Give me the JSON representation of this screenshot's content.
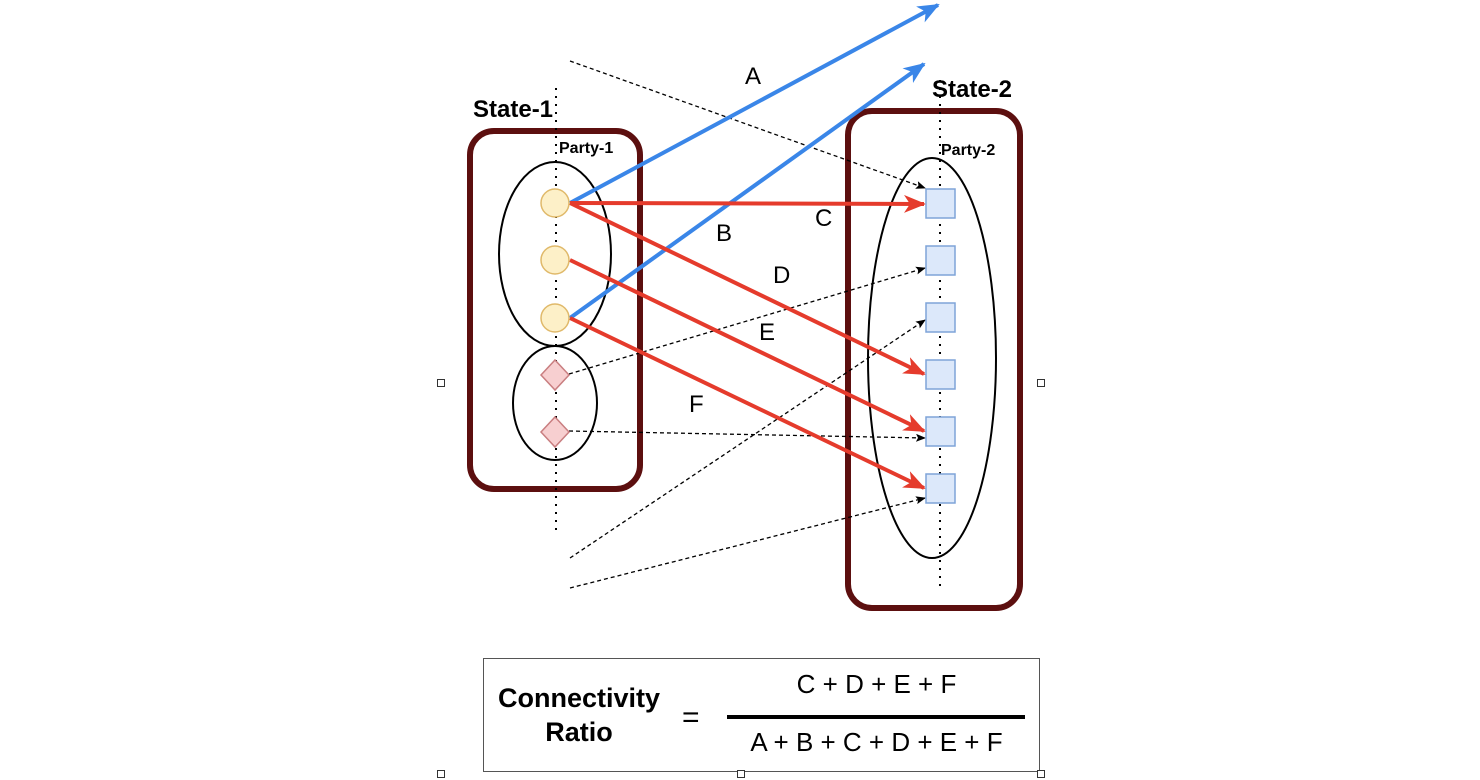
{
  "state1": {
    "title": "State-1",
    "party": "Party-1"
  },
  "state2": {
    "title": "State-2",
    "party": "Party-2"
  },
  "edge_labels": {
    "a": "A",
    "b": "B",
    "c": "C",
    "d": "D",
    "e": "E",
    "f": "F"
  },
  "formula": {
    "lhs_line1": "Connectivity",
    "lhs_line2": "Ratio",
    "equals": "=",
    "numerator": "C + D + E + F",
    "denominator": "A + B + C + D + E + F"
  },
  "colors": {
    "state_border": "#5c0f0f",
    "blue_edge": "#3a86e8",
    "red_edge": "#e53b2c",
    "circle_fill": "#fdf0c8",
    "circle_stroke": "#e0b96a",
    "diamond_fill": "#f7cfd0",
    "diamond_stroke": "#c97e80",
    "square_fill": "#dce8fa",
    "square_stroke": "#7ea4d8"
  }
}
